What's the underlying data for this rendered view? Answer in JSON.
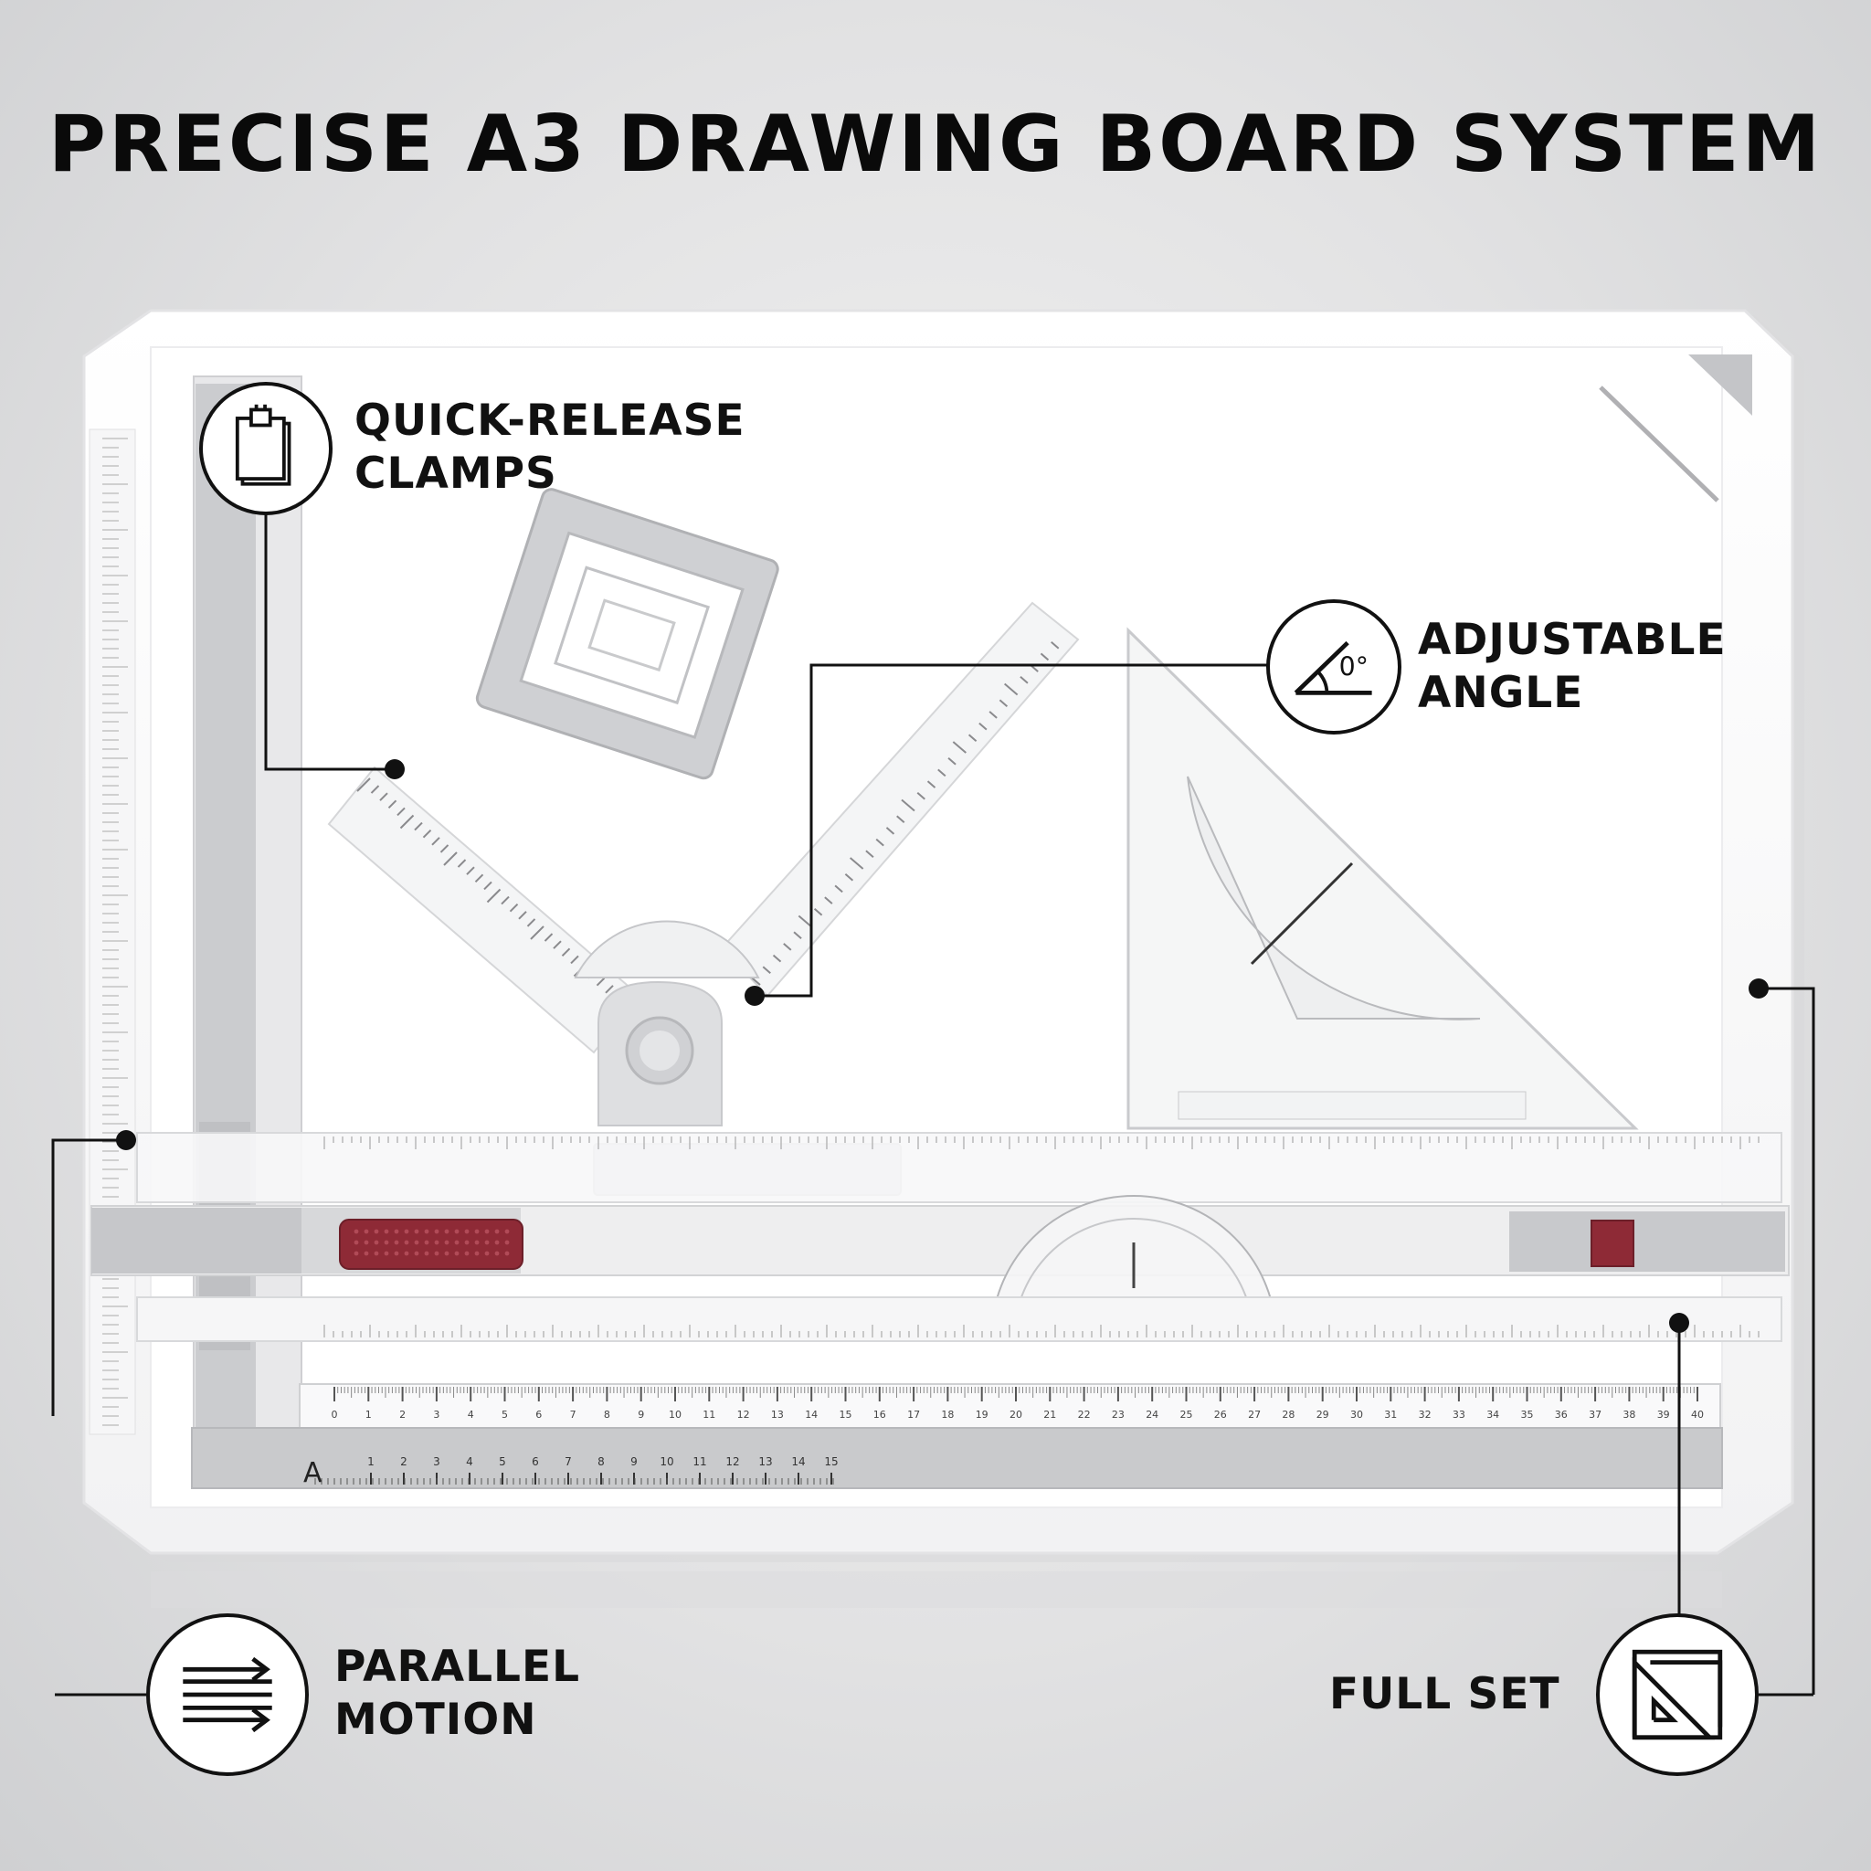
{
  "headline": "PRECISE A3 DRAWING BOARD SYSTEM",
  "callouts": {
    "clamps": {
      "line1": "QUICK-RELEASE",
      "line2": "CLAMPS",
      "icon": "clipboard-clip-icon"
    },
    "angle": {
      "line1": "ADJUSTABLE",
      "line2": "ANGLE",
      "icon": "angle-degree-icon",
      "icon_text": "0°"
    },
    "parallel": {
      "line1": "PARALLEL",
      "line2": "MOTION",
      "icon": "parallel-arrows-icon"
    },
    "fullset": {
      "line1": "FULL SET",
      "icon": "set-square-icon"
    }
  },
  "rulers": {
    "bottom_ruler_ticks": [
      "0",
      "1",
      "2",
      "3",
      "4",
      "5",
      "6",
      "7",
      "8",
      "9",
      "10",
      "11",
      "12",
      "13",
      "14",
      "15",
      "16",
      "17",
      "18",
      "19",
      "20",
      "21",
      "22",
      "23",
      "24",
      "25",
      "26",
      "27",
      "28",
      "29",
      "30",
      "31",
      "32",
      "33",
      "34",
      "35",
      "36",
      "37",
      "38",
      "39",
      "40"
    ],
    "lower_scale_ticks": [
      "1",
      "2",
      "3",
      "4",
      "5",
      "6",
      "7",
      "8",
      "9",
      "10",
      "11",
      "12",
      "13",
      "14",
      "15"
    ],
    "lower_scale_mark": "A"
  },
  "colors": {
    "board": "#fafafa",
    "accent_gray": "#c9cacc",
    "clamp_red": "#8e2a36",
    "outline": "#111111"
  }
}
